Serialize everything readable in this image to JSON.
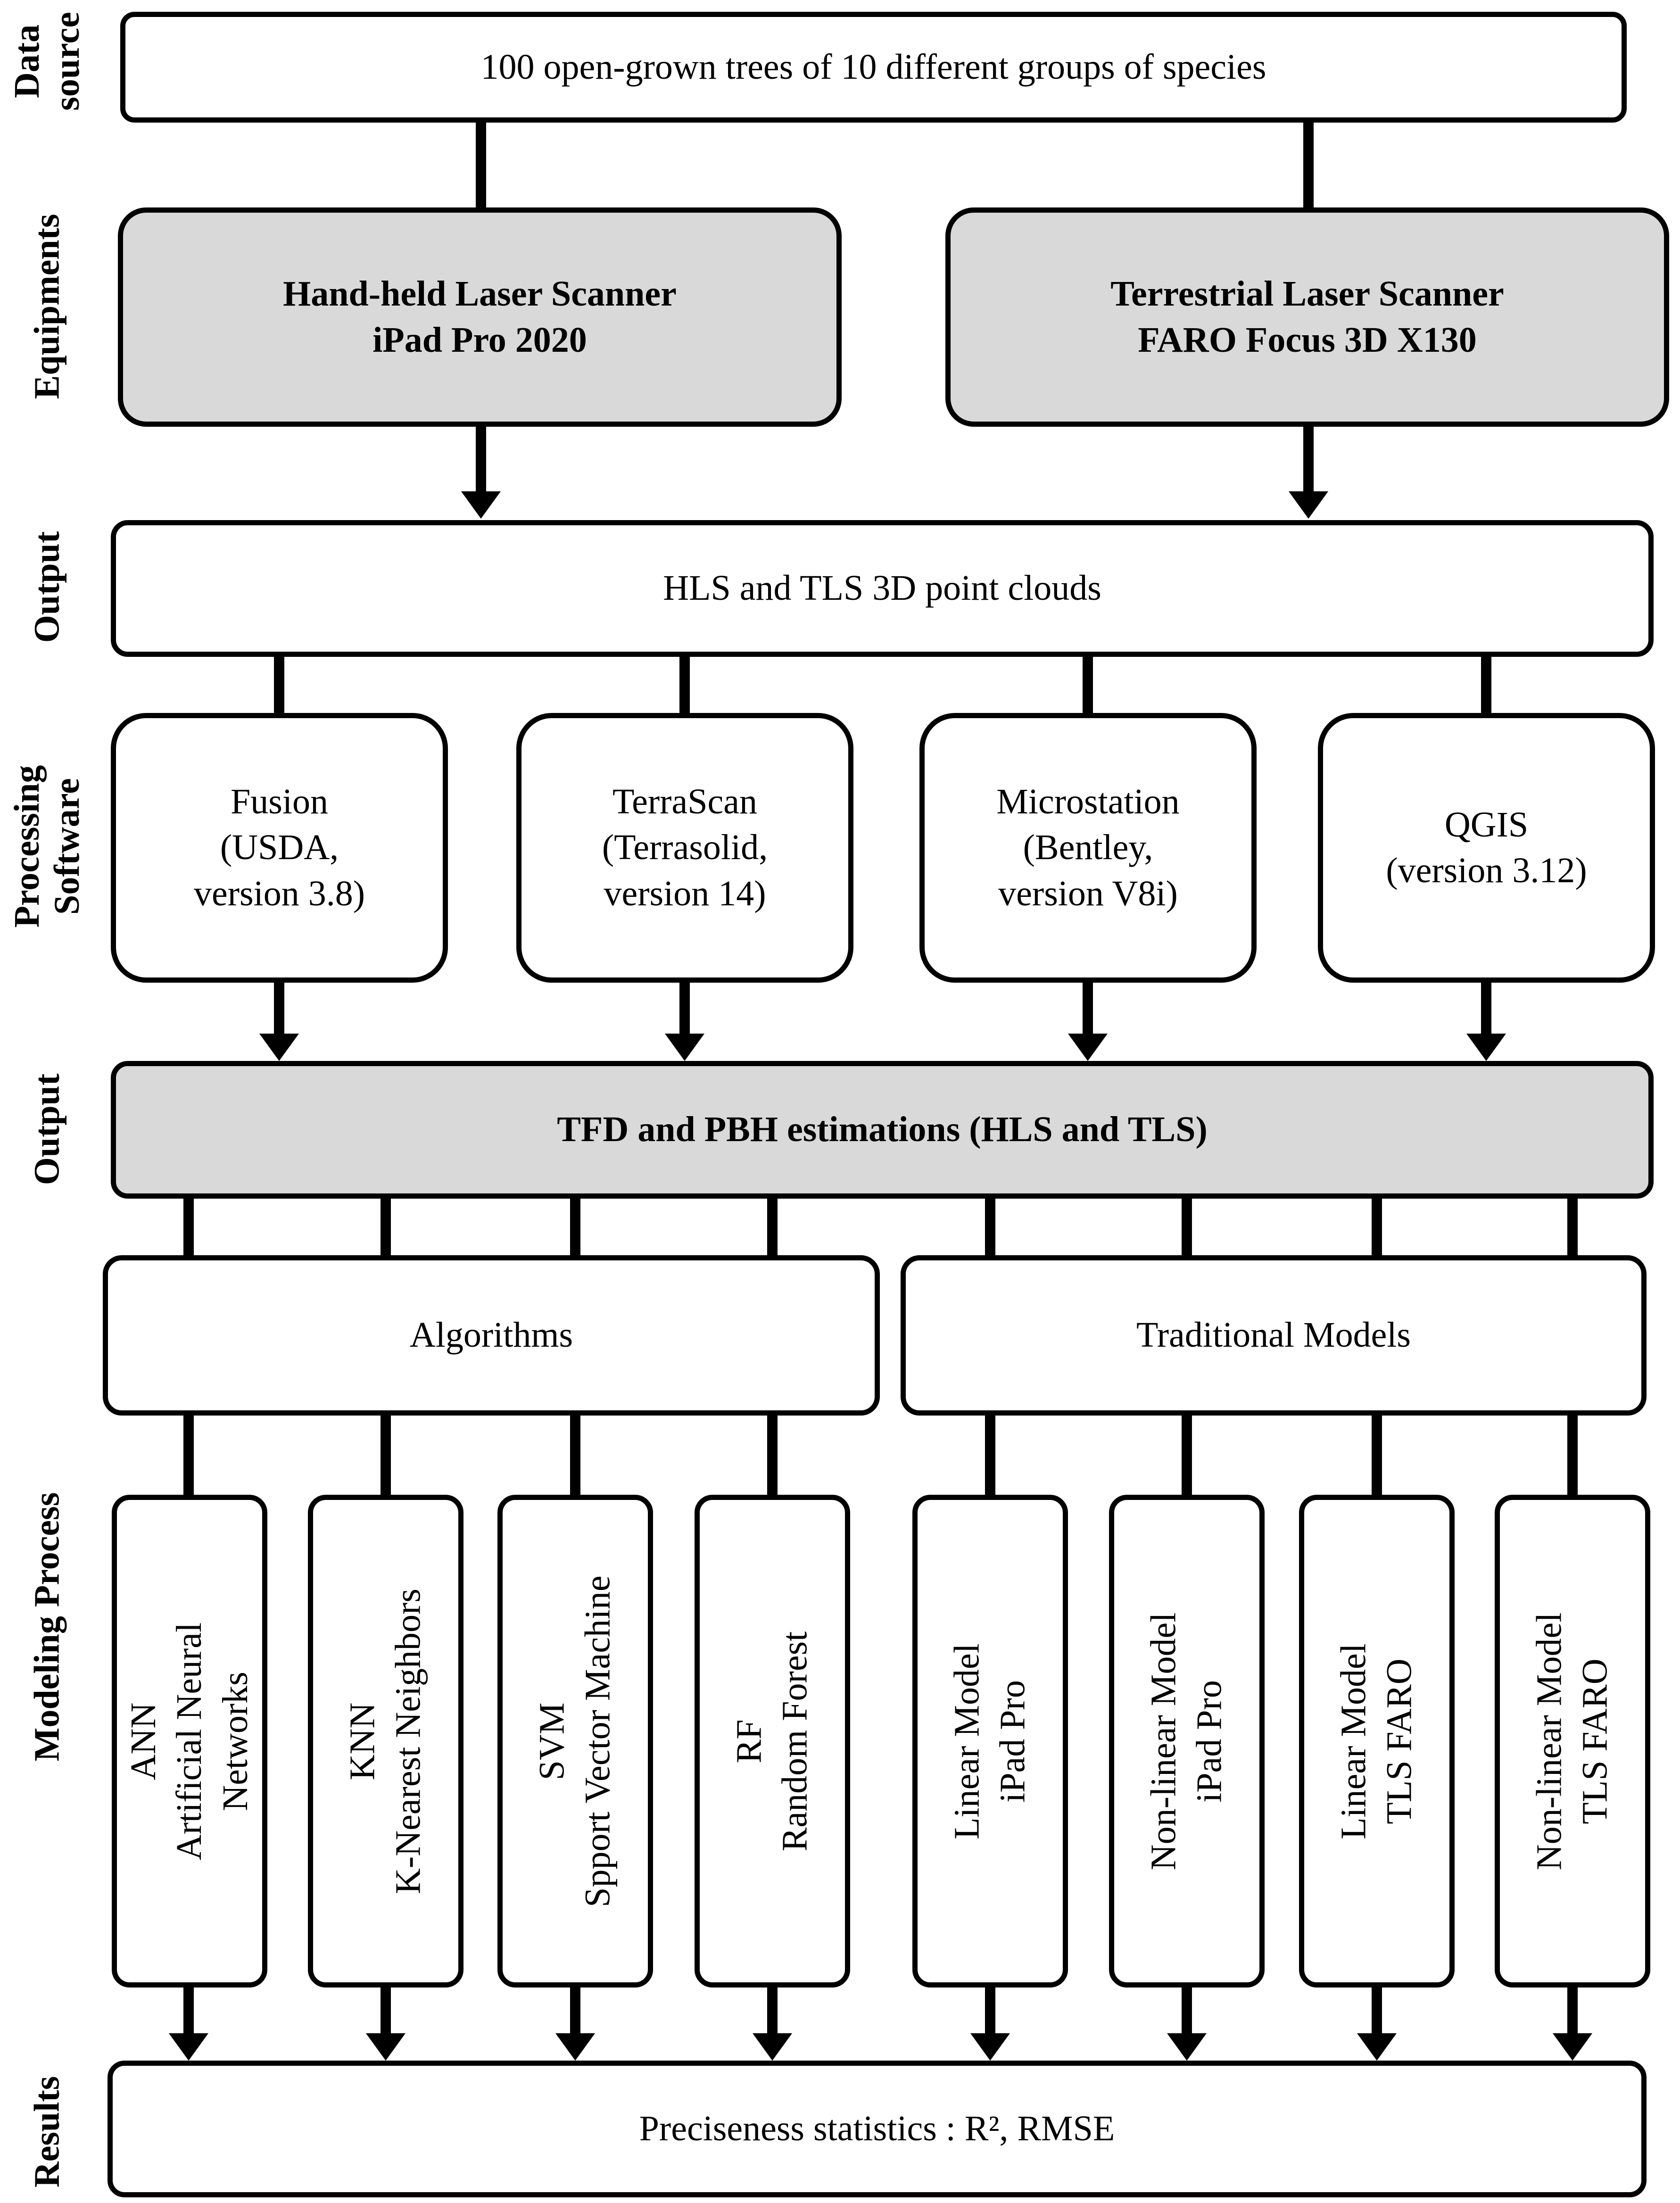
{
  "side_labels": [
    [
      "Data",
      "source"
    ],
    [
      "Equipments"
    ],
    [
      "Output"
    ],
    [
      "Processing",
      "Software"
    ],
    [
      "Output"
    ],
    [
      "Modeling  Process"
    ],
    [
      "Results"
    ]
  ],
  "data_source": [
    "100 open-grown trees of 10 different  groups of species"
  ],
  "equipments": [
    [
      "Hand-held  Laser Scanner",
      "iPad Pro 2020"
    ],
    [
      "Terrestrial  Laser Scanner",
      "FARO Focus 3D X130"
    ]
  ],
  "point_clouds": [
    "HLS and  TLS 3D point clouds"
  ],
  "software": [
    [
      "Fusion",
      "(USDA,",
      "version 3.8)"
    ],
    [
      "TerraScan",
      "(Terrasolid,",
      "version 14)"
    ],
    [
      "Microstation",
      "(Bentley,",
      "version V8i)"
    ],
    [
      "QGIS",
      "(version 3.12)"
    ]
  ],
  "estimations": [
    "TFD and PBH estimations  (HLS and TLS)"
  ],
  "groups": [
    [
      "Algorithms"
    ],
    [
      "Traditional Models"
    ]
  ],
  "models": [
    [
      "ANN",
      "Artificial Neural",
      "Networks"
    ],
    [
      "KNN",
      "K-Nearest Neighbors"
    ],
    [
      "SVM",
      "Spport Vector Machine"
    ],
    [
      "RF",
      "Random Forest"
    ],
    [
      "Linear Model",
      "iPad Pro"
    ],
    [
      "Non-linear Model",
      "iPad Pro"
    ],
    [
      "Linear Model",
      "TLS FARO"
    ],
    [
      "Non-linear Model",
      "TLS FARO"
    ]
  ],
  "results": [
    "Preciseness statistics : R², RMSE"
  ]
}
